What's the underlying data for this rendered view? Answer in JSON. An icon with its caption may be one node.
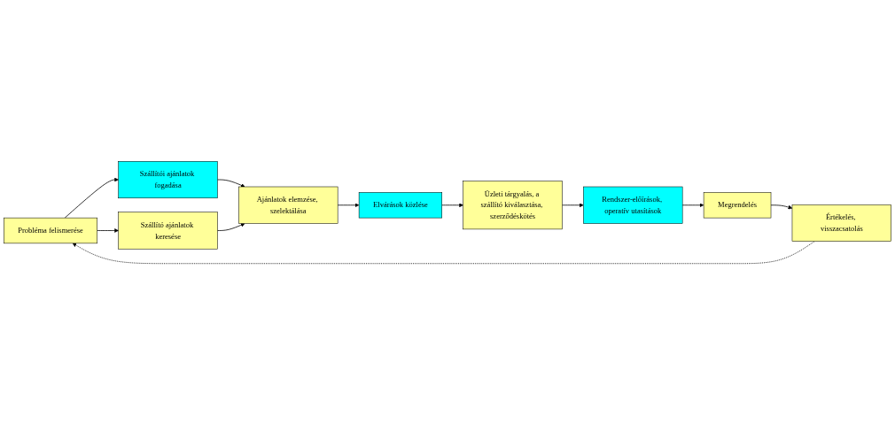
{
  "diagram": {
    "nodes": [
      {
        "text": [
          "Probléma felismerése"
        ]
      },
      {
        "text": [
          "Szállítói ajánlatok fogadása"
        ]
      },
      {
        "text": [
          "Szállító ajánlatok keresése"
        ]
      },
      {
        "text": [
          "Ajánlatok elemzése, szelektálása"
        ]
      },
      {
        "text": [
          "Elvárások közlése"
        ]
      },
      {
        "text": [
          "Üzleti tárgyalás, a szállító kiválasztása, szerződéskötés"
        ]
      },
      {
        "text": [
          "Rendszer-előírások, operatív utasítások"
        ]
      },
      {
        "text": [
          "Megrendelés"
        ]
      },
      {
        "text": [
          "Értékelés, visszacsatolás"
        ]
      }
    ],
    "edges": [
      {
        "from": 0,
        "to": 1,
        "arrow": "to"
      },
      {
        "from": 0,
        "to": 2,
        "arrow": "to"
      },
      {
        "from": 1,
        "to": 3,
        "arrow": "to"
      },
      {
        "from": 2,
        "to": 3,
        "arrow": "to"
      },
      {
        "from": 3,
        "to": 4,
        "arrow": "to"
      },
      {
        "from": 4,
        "to": 5,
        "arrow": "to"
      },
      {
        "from": 5,
        "to": 6,
        "arrow": "to"
      },
      {
        "from": 6,
        "to": 7,
        "arrow": "to"
      },
      {
        "from": 7,
        "to": 8,
        "arrow": "to"
      },
      {
        "from": 8,
        "to": 0,
        "arrow": "to",
        "style": "dashed"
      }
    ]
  }
}
